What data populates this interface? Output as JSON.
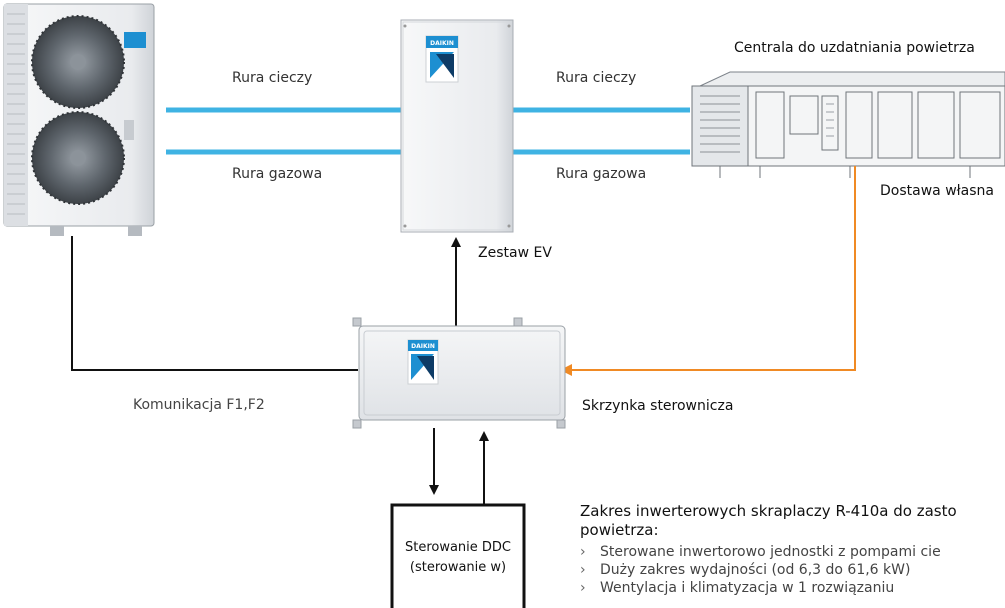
{
  "labels": {
    "liquid_pipe_left": "Rura cieczy",
    "gas_pipe_left": "Rura gazowa",
    "liquid_pipe_right": "Rura cieczy",
    "gas_pipe_right": "Rura gazowa",
    "ahu": "Centrala do uzdatniania powietrza",
    "own_supply": "Dostawa własna",
    "ev_kit": "Zestaw EV",
    "communication": "Komunikacja F1,F2",
    "control_box": "Skrzynka sterownicza",
    "ddc_line1": "Sterowanie DDC",
    "ddc_line2": "(sterowanie w)"
  },
  "brand": {
    "logo_text": "DAIKIN"
  },
  "info": {
    "title_line1": "Zakres inwerterowych skraplaczy R-410a do zasto",
    "title_line2": "powietrza:",
    "bullet_glyph": "›",
    "items": [
      "Sterowane inwertorowo jednostki z pompami cie",
      "Duży zakres wydajności (od 6,3 do 61,6 kW)",
      "Wentylacja i klimatyzacja w 1 rozwiązaniu"
    ]
  },
  "colors": {
    "pipe": "#3fb3e3",
    "supply_line": "#f08a24",
    "connector": "#111111",
    "brand_blue": "#1d8fd1"
  }
}
